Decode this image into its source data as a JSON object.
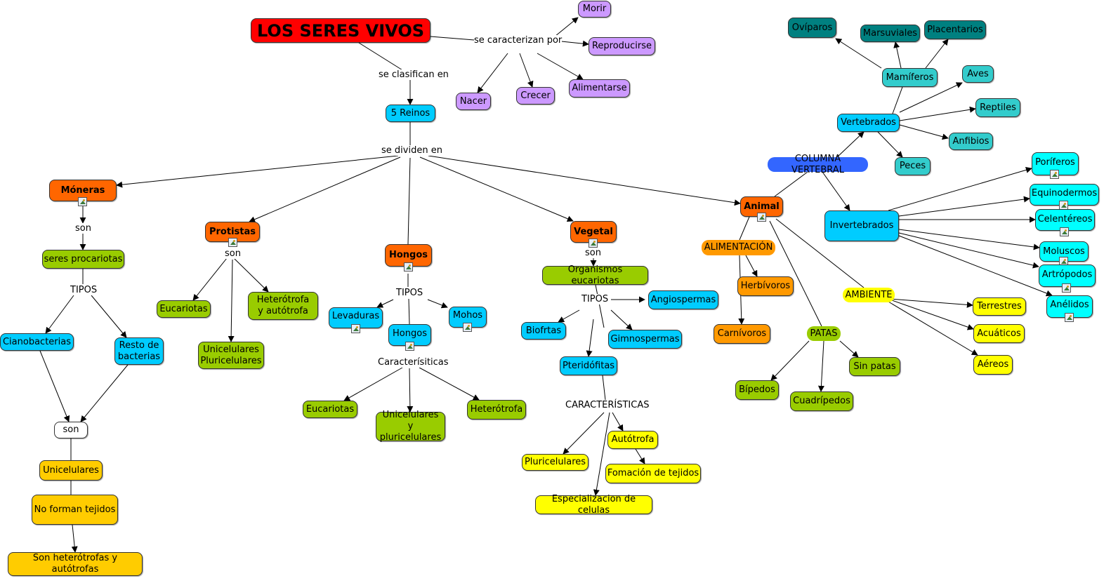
{
  "colors": {
    "title": "#ff0000",
    "kingdom": "#ff6600",
    "purple": "#cc99ff",
    "blue": "#00ccff",
    "green": "#99cc00",
    "yellow": "#ffff00",
    "gold": "#ffcc00",
    "orange": "#ff9900",
    "teal_dark": "#008080",
    "teal": "#33cccc",
    "cyan": "#00ffff",
    "royal": "#3366ff",
    "white": "#ffffff"
  },
  "nodes": {
    "title": "LOS SERES VIVOS",
    "morir": "Morir",
    "reproducirse": "Reproducirse",
    "nacer": "Nacer",
    "crecer": "Crecer",
    "alimentarse": "Alimentarse",
    "reinos": "5 Reinos",
    "moneras": "Móneras",
    "protistas": "Protistas",
    "hongos": "Hongos",
    "vegetal": "Vegetal",
    "animal": "Animal",
    "procariotas": "seres procariotas",
    "cianobacterias": "Cianobacterias",
    "resto_bacterias": "Resto de bacterias",
    "son_moneras": "son",
    "unicelulares": "Unicelulares",
    "no_tejidos": "No forman tejidos",
    "heterotrofas_autotrofas": "Son heterótrofas y autótrofas",
    "prot_eucariotas": "Eucariotas",
    "prot_unicel": "Unicelulares Pluricelulares",
    "prot_hetero": "Heterótrofa y autótrofa",
    "levaduras": "Levaduras",
    "mohos": "Mohos",
    "hongos_sub": "Hongos",
    "hon_eucariotas": "Eucariotas",
    "hon_unicel": "Unicelulares y pluricelulares",
    "hon_hetero": "Heterótrofa",
    "org_eucariotas": "Organismos eucariotas",
    "angiospermas": "Angiospermas",
    "biofrtas": "Biofrtas",
    "gimnospermas": "Gimnospermas",
    "pteridofitas": "Pteridófitas",
    "pluricelulares": "Pluricelulares",
    "autotrofa": "Autótrofa",
    "tejidos": "Fomación de tejidos",
    "especializacion": "Especializacion de celulas",
    "alimentacion": "ALIMENTACIÓN",
    "herbivoros": "Herbívoros",
    "carnivoros": "Carnívoros",
    "patas": "PATAS",
    "sin_patas": "Sin patas",
    "bipedos": "Bípedos",
    "cuadripedos": "Cuadrípedos",
    "ambiente": "AMBIENTE",
    "terrestres": "Terrestres",
    "acuaticos": "Acuáticos",
    "aereos": "Aéreos",
    "columna": "COLUMNA VERTEBRAL",
    "vertebrados": "Vertebrados",
    "invertebrados": "Invertebrados",
    "oviparos": "Ovíparos",
    "marsuviales": "Marsuviales",
    "placentarios": "Placentarios",
    "mamiferos": "Mamíferos",
    "aves": "Aves",
    "reptiles": "Reptiles",
    "anfibios": "Anfibios",
    "peces": "Peces",
    "poriferos": "Poríferos",
    "equinodermos": "Equinodermos",
    "celentereos": "Celentéreos",
    "moluscos": "Moluscos",
    "artropodos": "Artrópodos",
    "anelidos": "Anélidos"
  },
  "links": {
    "caracterizan": "se caracterizan por",
    "clasifican": "se clasifican en",
    "dividen": "se dividen en",
    "son1": "son",
    "tipos1": "TIPOS",
    "son2": "son",
    "tipos2": "TIPOS",
    "caracteristicas1": "Caracterísiticas",
    "son3": "son",
    "tipos3": "TIPOS",
    "caracteristicas2": "CARACTERÍSTICAS"
  }
}
